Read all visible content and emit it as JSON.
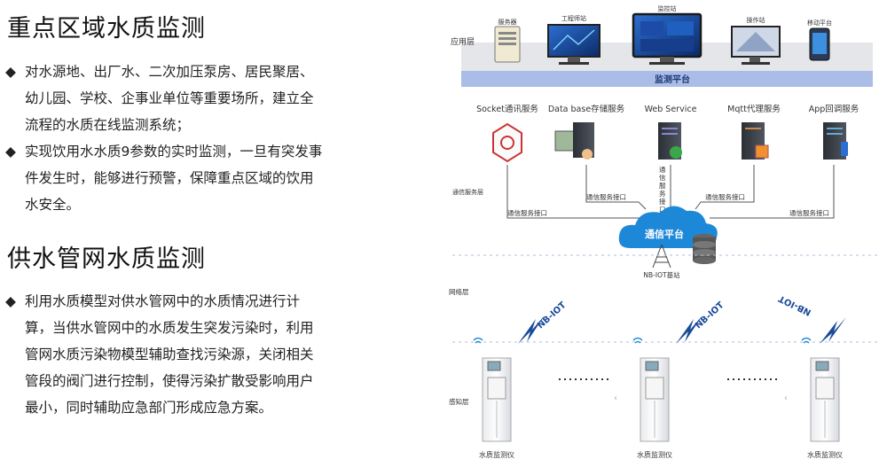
{
  "section1": {
    "title": "重点区域水质监测",
    "bullets": [
      "对水源地、出厂水、二次加压泵房、居民聚居、幼儿园、学校、企事业单位等重要场所，建立全流程的水质在线监测系统；",
      "实现饮用水水质9参数的实时监测，一旦有突发事件发生时，能够进行预警，保障重点区域的饮用水安全。"
    ]
  },
  "section2": {
    "title": "供水管网水质监测",
    "bullets": [
      "利用水质模型对供水管网中的水质情况进行计算，当供水管网中的水质发生突发污染时，利用管网水质污染物模型辅助查找污染源，关闭相关管段的阀门进行控制，使得污染扩散受影响用户最小，同时辅助应急部门形成应急方案。"
    ]
  },
  "bullet_glyph": "◆",
  "diagram": {
    "app_layer": "应用层",
    "devices": [
      "服务器",
      "工程师站",
      "监控站",
      "操作站",
      "移动平台"
    ],
    "monitor_platform": "监测平台",
    "services": [
      "Socket通讯服务",
      "Data base存储服务",
      "Web Service",
      "Mqtt代理服务",
      "App回调服务"
    ],
    "comm_service_layer": "通信服务层",
    "comm_interface": "通信服务接口",
    "comm_platform": "通信平台",
    "base_station": "NB-IOT基站",
    "network_layer": "网络层",
    "nbiot": "NB-IOT",
    "sense_layer": "感知层",
    "monitor_device": "水质监测仪",
    "colors": {
      "platform_bar": "#a9bde6",
      "platform_text": "#1f3a7a",
      "cloud": "#1e88d8",
      "bolt": "#1a4a9a",
      "dash": "#aebddc"
    }
  }
}
